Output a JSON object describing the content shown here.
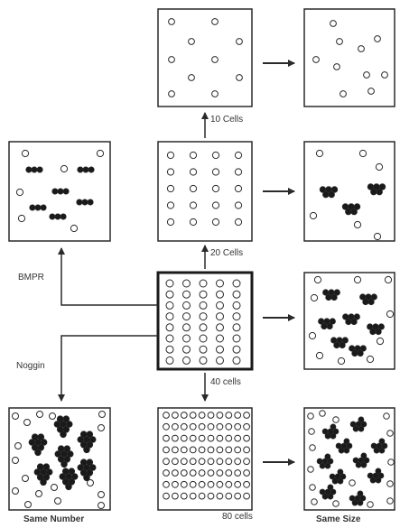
{
  "labels": {
    "top_step": "10 Cells",
    "mid_step": "20 Cells",
    "center_step": "40 cells",
    "bottom_step": "80 cells",
    "bmpr": "BMPR",
    "noggin": "Noggin",
    "same_number": "Same Number",
    "same_size": "Same Size"
  },
  "colors": {
    "line": "#2a2a2a",
    "open_cell": "#ffffff",
    "filled_cell": "#1a1a1a",
    "background": "#ffffff"
  },
  "boxes": [
    {
      "id": "box-10-cells",
      "cell_count": 10,
      "pattern": "scattered-open"
    },
    {
      "id": "box-10-result",
      "cell_count": 10,
      "pattern": "scattered-open"
    },
    {
      "id": "box-bmpr",
      "pattern": "open-and-small-filled-clusters"
    },
    {
      "id": "box-20-cells",
      "cell_count": 20,
      "pattern": "grid-open"
    },
    {
      "id": "box-20-result",
      "pattern": "clusters-with-open"
    },
    {
      "id": "box-40-cells",
      "cell_count": 40,
      "pattern": "grid-open"
    },
    {
      "id": "box-40-result",
      "pattern": "clusters-with-open"
    },
    {
      "id": "box-noggin",
      "pattern": "large-clusters-with-open"
    },
    {
      "id": "box-80-cells",
      "cell_count": 80,
      "pattern": "grid-open"
    },
    {
      "id": "box-80-result",
      "pattern": "dense-clusters-with-open"
    }
  ]
}
